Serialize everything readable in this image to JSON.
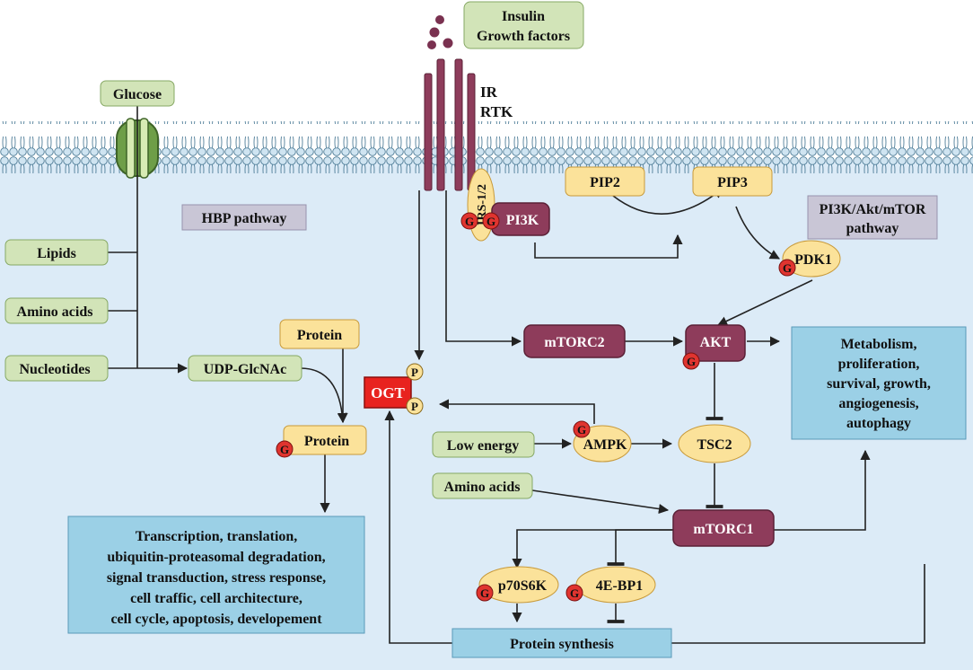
{
  "inputs": {
    "glucose": "Glucose",
    "insulin_line1": "Insulin",
    "insulin_line2": "Growth factors",
    "lipids": "Lipids",
    "amino_acids_left": "Amino acids",
    "nucleotides": "Nucleotides",
    "low_energy": "Low energy",
    "amino_acids_mid": "Amino acids",
    "udp_glcnac": "UDP-GlcNAc"
  },
  "receptor": {
    "line1": "IR",
    "line2": "RTK"
  },
  "pathway_labels": {
    "hbp": "HBP pathway",
    "pi3k_line1": "PI3K/Akt/mTOR",
    "pi3k_line2": "pathway"
  },
  "nodes": {
    "protein_top": "Protein",
    "protein_glc": "Protein",
    "irs": "IRS-1/2",
    "pi3k": "PI3K",
    "pip2": "PIP2",
    "pip3": "PIP3",
    "pdk1": "PDK1",
    "mtorc2": "mTORC2",
    "akt": "AKT",
    "ogt": "OGT",
    "ampk": "AMPK",
    "tsc2": "TSC2",
    "mtorc1": "mTORC1",
    "p70s6k": "p70S6K",
    "eb41": "4E-BP1",
    "protein_synthesis": "Protein synthesis"
  },
  "markers": {
    "glyco": "G",
    "phospho": "P"
  },
  "outcomes": {
    "left": [
      "Transcription, translation,",
      "ubiquitin-proteasomal degradation,",
      "signal transduction, stress response,",
      "cell traffic, cell architecture,",
      "cell cycle, apoptosis, developement"
    ],
    "right": [
      "Metabolism,",
      "proliferation,",
      "survival, growth,",
      "angiogenesis,",
      "autophagy"
    ]
  },
  "colors": {
    "cell_bg": "#dcebf7",
    "membrane": "#6f9bb5",
    "green_box": "#d2e4b8",
    "green_border": "#86a864",
    "blue_box": "#9bd0e6",
    "blue_border": "#5a9ab8",
    "grey_box": "#c9c6d6",
    "yellow": "#fbe29a",
    "yellow_border": "#c89a3a",
    "maroon": "#8b3a55",
    "maroon_dark": "#5e2238",
    "red": "#e0342f",
    "ogt_red": "#e8231f"
  }
}
